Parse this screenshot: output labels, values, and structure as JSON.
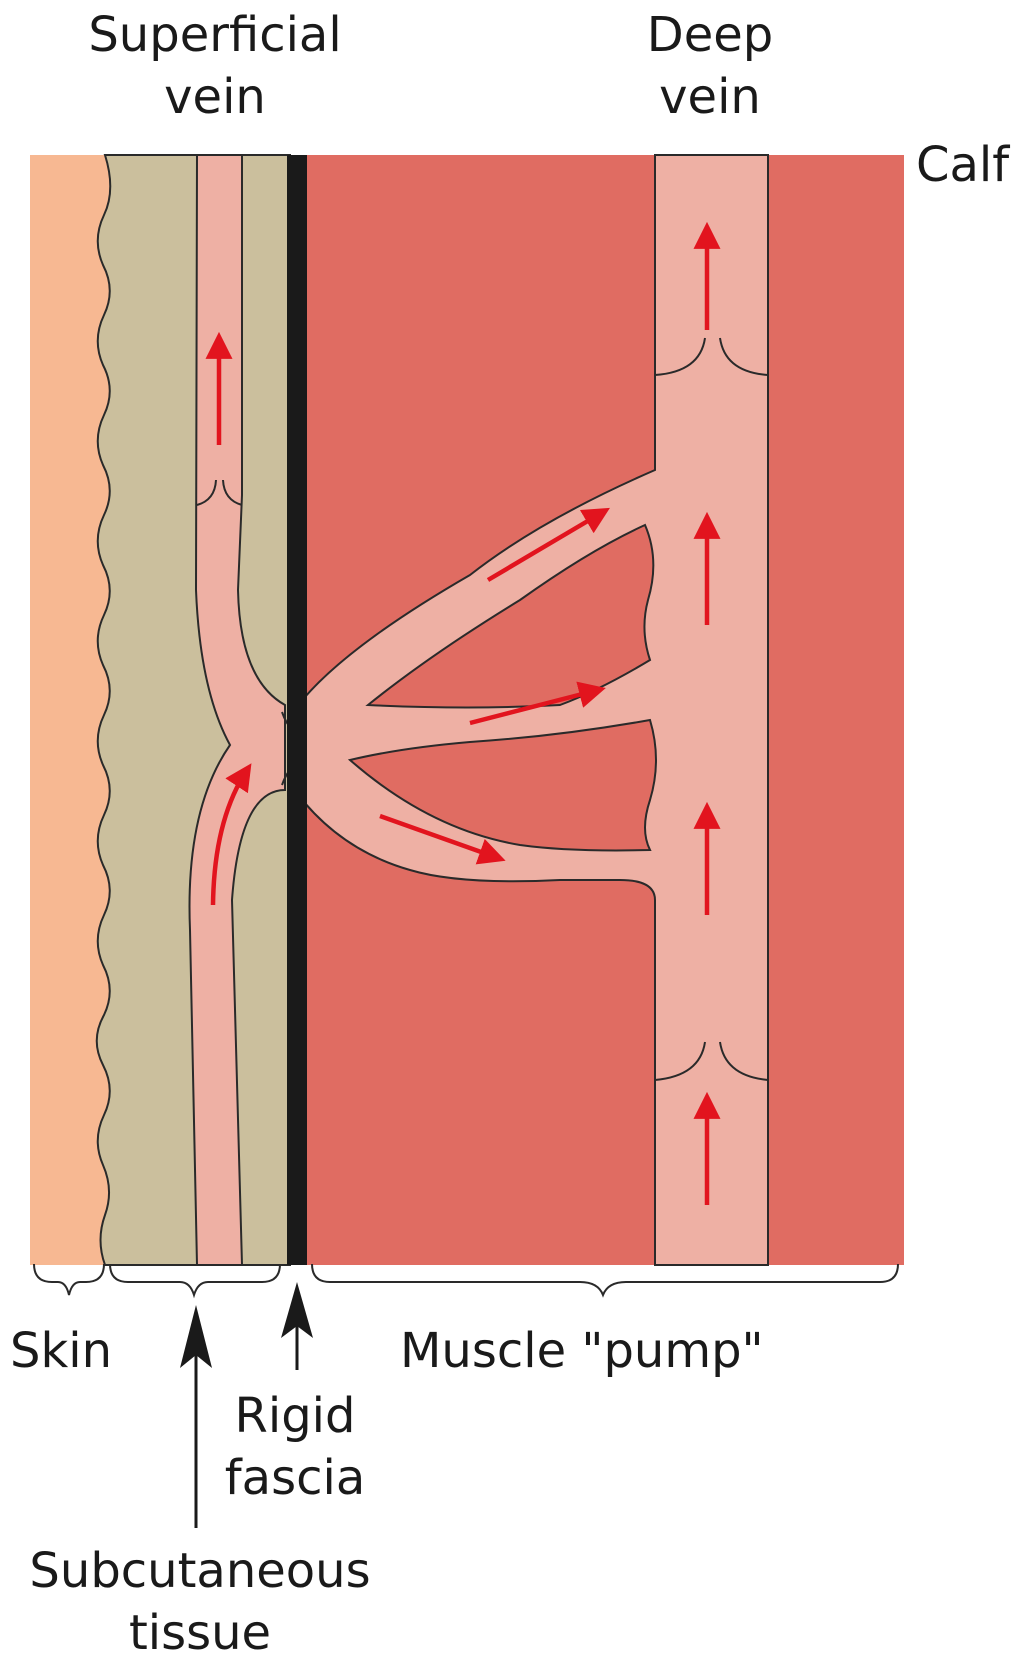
{
  "labels": {
    "superficial_vein": [
      "Superficial",
      "vein"
    ],
    "deep_vein": [
      "Deep",
      "vein"
    ],
    "calf": "Calf",
    "skin": "Skin",
    "subcutaneous_tissue": [
      "Subcutaneous",
      "tissue"
    ],
    "rigid_fascia": [
      "Rigid",
      "fascia"
    ],
    "muscle_pump": "Muscle \"pump\""
  },
  "colors": {
    "skin": "#f7b892",
    "subcutaneous": "#cbbf9d",
    "muscle": "#e06c62",
    "vein": "#eeb0a4",
    "fascia": "#1a1a1a",
    "flow_arrow": "#e2141e",
    "outline": "#2a2a2a"
  },
  "icons": {
    "flow_arrow": "red-arrow-icon",
    "pointer_arrow": "black-arrow-icon"
  }
}
